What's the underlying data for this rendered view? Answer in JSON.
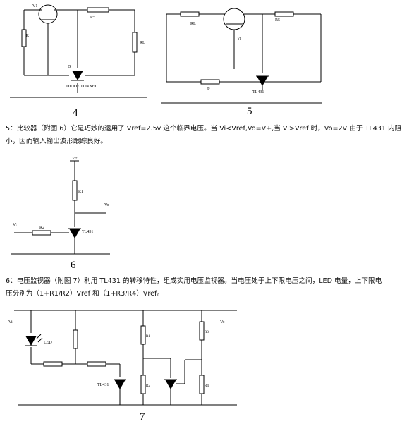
{
  "figures": {
    "fig4": {
      "number": "4",
      "labels": {
        "transistor": "V1",
        "r_top": "R5",
        "r_left": "R",
        "r_load": "RL",
        "diode": "D",
        "diode_caption": "DIODE TUNNEL"
      }
    },
    "fig5": {
      "number": "5",
      "labels": {
        "r_left": "RL",
        "transistor": "Vi",
        "r_top": "R5",
        "r_bottom": "R",
        "tl": "TL431"
      }
    },
    "fig6": {
      "number": "6",
      "labels": {
        "vplus": "V+",
        "r1": "R1",
        "vo": "Vo",
        "vi": "Vi",
        "r2": "R2",
        "tl": "TL431"
      }
    },
    "fig7": {
      "number": "7",
      "labels": {
        "vi": "Vi",
        "vo": "Vo",
        "led": "LED",
        "tl": "TL431",
        "r1": "R1",
        "r2": "R2",
        "r3": "R3",
        "r4": "R4"
      }
    }
  },
  "paragraphs": {
    "p5_line1": "5：比较器（附图 6）它是巧妙的运用了 Vref=2.5v 这个临界电压。当 Vi<Vref,Vo=V+,当 Vi>Vref 时，Vo=2V 由于 TL431 内阻",
    "p5_line2": "小，因而输入输出波形跟踪良好。",
    "p6_line1": "6：电压监视器（附图 7）利用 TL431 的转移特性，组成实用电压监视器。当电压处于上下限电压之间，LED 电量，上下限电",
    "p6_line2": "压分别为（1+R1/R2）Vref 和（1+R3/R4）Vref。"
  }
}
